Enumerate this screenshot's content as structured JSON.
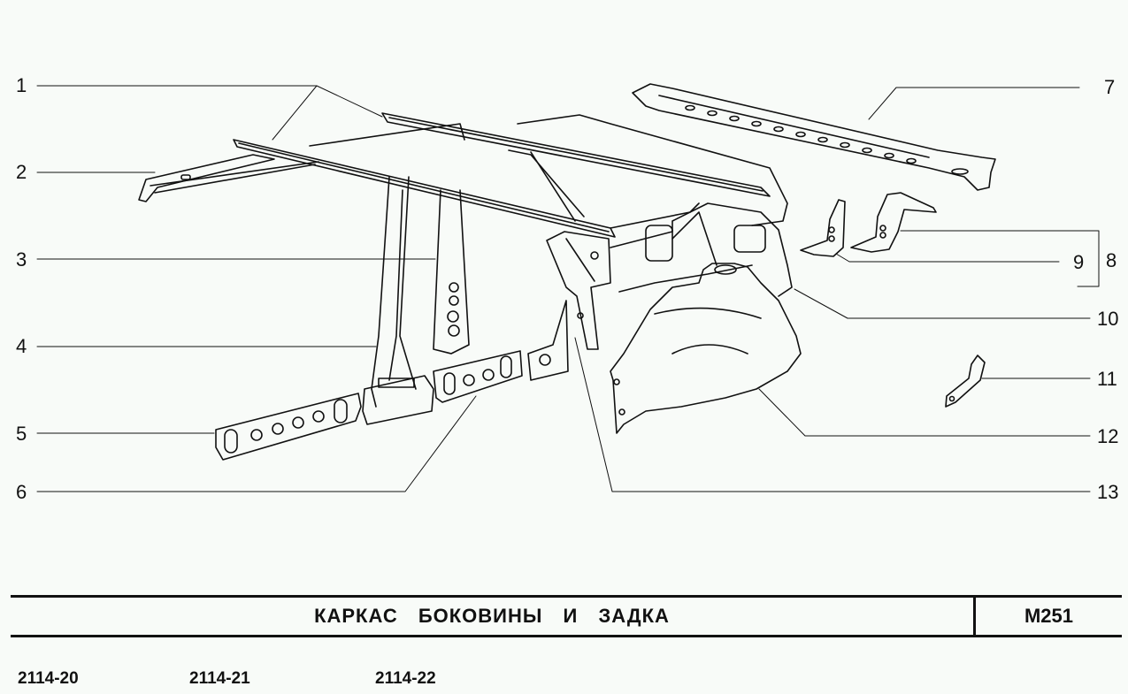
{
  "diagram": {
    "title": "КАРКАС БОКОВИНЫ И ЗАДКА",
    "code": "M251",
    "models": [
      "2114-20",
      "2114-21",
      "2114-22"
    ],
    "callouts": [
      {
        "num": "1",
        "side": "left"
      },
      {
        "num": "2",
        "side": "left"
      },
      {
        "num": "3",
        "side": "left"
      },
      {
        "num": "4",
        "side": "left"
      },
      {
        "num": "5",
        "side": "left"
      },
      {
        "num": "6",
        "side": "left"
      },
      {
        "num": "7",
        "side": "right"
      },
      {
        "num": "8",
        "side": "right",
        "note": "bracket grouping parts 8/9"
      },
      {
        "num": "9",
        "side": "right"
      },
      {
        "num": "10",
        "side": "right"
      },
      {
        "num": "11",
        "side": "right"
      },
      {
        "num": "12",
        "side": "right"
      },
      {
        "num": "13",
        "side": "right"
      }
    ],
    "line_color": "#111111",
    "background": "#f8fbf8"
  }
}
